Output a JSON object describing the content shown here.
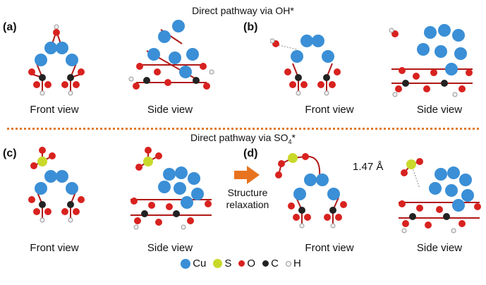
{
  "titles": {
    "top": "Direct pathway via OH*",
    "bottom_prefix": "Direct pathway via SO",
    "bottom_sub": "4",
    "bottom_suffix": "*"
  },
  "panel_labels": [
    "(a)",
    "(b)",
    "(c)",
    "(d)"
  ],
  "view_labels": {
    "front": "Front view",
    "side": "Side view"
  },
  "annotations": {
    "relaxation_line1": "Structure",
    "relaxation_line2": "relaxation",
    "distance": "1.47 Å"
  },
  "legend": [
    {
      "label": "Cu",
      "color": "#3a8fd6"
    },
    {
      "label": "S",
      "color": "#c9d92a"
    },
    {
      "label": "O",
      "color": "#d8221f"
    },
    {
      "label": "C",
      "color": "#222222"
    },
    {
      "label": "H",
      "color": "#f2f2f2"
    }
  ],
  "colors": {
    "cu": "#3a8fd6",
    "s": "#c9d92a",
    "o": "#d8221f",
    "c": "#222222",
    "h": "#f2f2f2",
    "divider": "#e07a2a",
    "arrow": "#e8731f"
  }
}
